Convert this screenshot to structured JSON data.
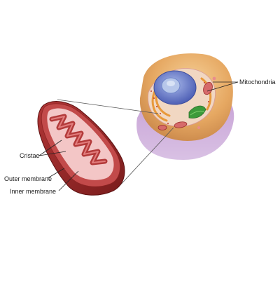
{
  "labels": {
    "mitochondria": "Mitochondria",
    "cristae": "Cristae",
    "outer_membrane": "Outer membrane",
    "inner_membrane": "Inner membrane"
  },
  "colors": {
    "cell_body": "#e4a95f",
    "cell_membrane": "#b98ec4",
    "nucleus": "#5b6fc2",
    "nucleolus": "#9fb6de",
    "er": "#e8993b",
    "golgi": "#3d9a3b",
    "mito_outer": "#8e2323",
    "mito_inner": "#c24a4a",
    "mito_matrix": "#f3c6c6"
  }
}
